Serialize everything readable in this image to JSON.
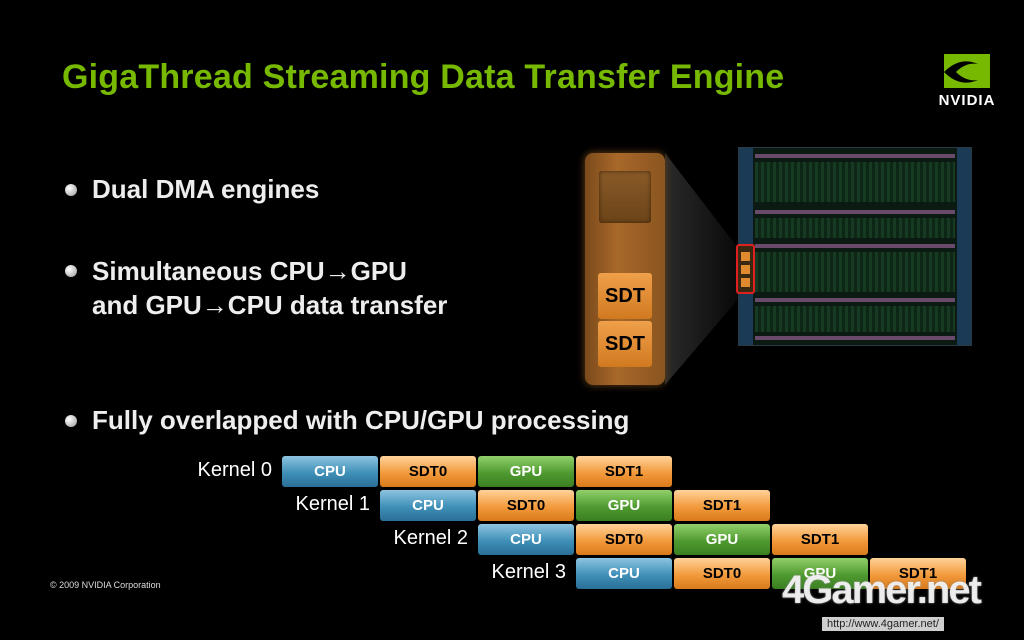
{
  "title": "GigaThread Streaming Data Transfer Engine",
  "brand": {
    "logo_text": "NVIDIA",
    "accent": "#76b900"
  },
  "bullets": [
    {
      "line1": "Dual DMA engines",
      "line2": ""
    },
    {
      "line1": "Simultaneous CPU→GPU",
      "line2": "and GPU→CPU data transfer"
    },
    {
      "line1": "Fully overlapped with CPU/GPU processing",
      "line2": ""
    }
  ],
  "chip": {
    "sdt_labels": [
      "SDT",
      "SDT"
    ]
  },
  "timeline": {
    "kernels": [
      {
        "label": "Kernel 0",
        "stages": [
          "CPU",
          "SDT0",
          "GPU",
          "SDT1"
        ]
      },
      {
        "label": "Kernel 1",
        "stages": [
          "CPU",
          "SDT0",
          "GPU",
          "SDT1"
        ]
      },
      {
        "label": "Kernel 2",
        "stages": [
          "CPU",
          "SDT0",
          "GPU",
          "SDT1"
        ]
      },
      {
        "label": "Kernel 3",
        "stages": [
          "CPU",
          "SDT0",
          "GPU",
          "SDT1"
        ]
      }
    ],
    "colors": {
      "CPU": "#3f8fb8",
      "SDT": "#f29a3c",
      "GPU": "#4f9a30"
    }
  },
  "footer": {
    "copyright": "© 2009 NVIDIA Corporation"
  },
  "watermark": {
    "text": "4Gamer.net",
    "url": "http://www.4gamer.net/"
  }
}
